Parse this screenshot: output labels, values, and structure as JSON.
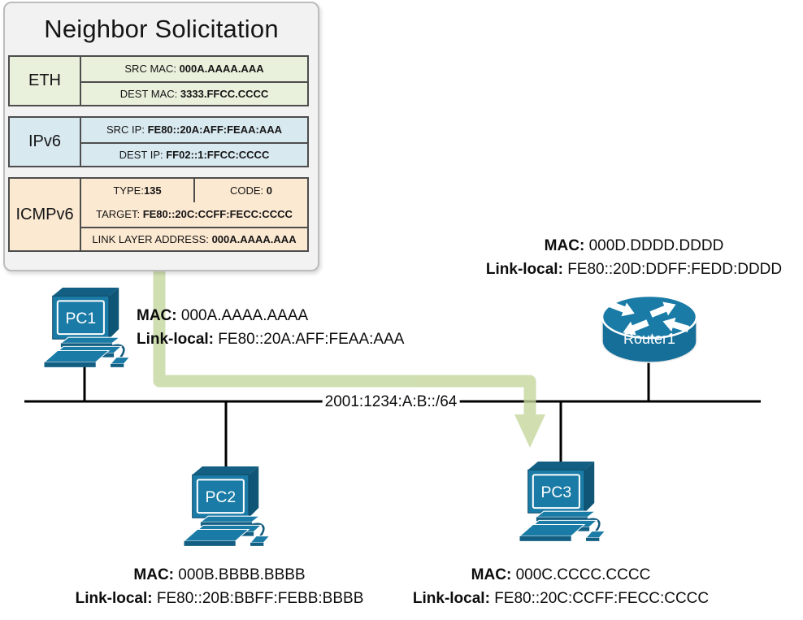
{
  "packet": {
    "title": "Neighbor Solicitation",
    "eth": {
      "layer": "ETH",
      "src_mac_label": "SRC MAC:",
      "src_mac": "000A.AAAA.AAA",
      "dest_mac_label": "DEST MAC:",
      "dest_mac": "3333.FFCC.CCCC"
    },
    "ipv6": {
      "layer": "IPv6",
      "src_ip_label": "SRC IP:",
      "src_ip": "FE80::20A:AFF:FEAA:AAA",
      "dest_ip_label": "DEST IP:",
      "dest_ip": "FF02::1:FFCC:CCCC"
    },
    "icmpv6": {
      "layer": "ICMPv6",
      "type_label": "TYPE:",
      "type_value": "135",
      "code_label": "CODE:",
      "code_value": "0",
      "target_label": "TARGET:",
      "target_value": "FE80::20C:CCFF:FECC:CCCC",
      "lla_label": "LINK LAYER ADDRESS:",
      "lla_value": "000A.AAAA.AAA"
    }
  },
  "network": {
    "subnet": "2001:1234:A:B::/64"
  },
  "nodes": [
    {
      "name": "PC1",
      "type": "pc",
      "mac_label": "MAC:",
      "mac": "000A.AAAA.AAAA",
      "ll_label": "Link-local:",
      "link_local": "FE80::20A:AFF:FEAA:AAA"
    },
    {
      "name": "PC2",
      "type": "pc",
      "mac_label": "MAC:",
      "mac": "000B.BBBB.BBBB",
      "ll_label": "Link-local:",
      "link_local": "FE80::20B:BBFF:FEBB:BBBB"
    },
    {
      "name": "PC3",
      "type": "pc",
      "mac_label": "MAC:",
      "mac": "000C.CCCC.CCCC",
      "ll_label": "Link-local:",
      "link_local": "FE80::20C:CCFF:FECC:CCCC"
    },
    {
      "name": "Router1",
      "type": "router",
      "mac_label": "MAC:",
      "mac": "000D.DDDD.DDDD",
      "ll_label": "Link-local:",
      "link_local": "FE80::20D:DDFF:FEDD:DDDD"
    }
  ],
  "colors": {
    "device_teal": "#1a7ba6",
    "device_dark": "#135f83",
    "arrow_green": "#c3d69b",
    "eth_bg": "#e9f0dc",
    "ipv6_bg": "#d8e9f0",
    "icmpv6_bg": "#fce9d2",
    "cell_border": "#4d4d4d"
  }
}
